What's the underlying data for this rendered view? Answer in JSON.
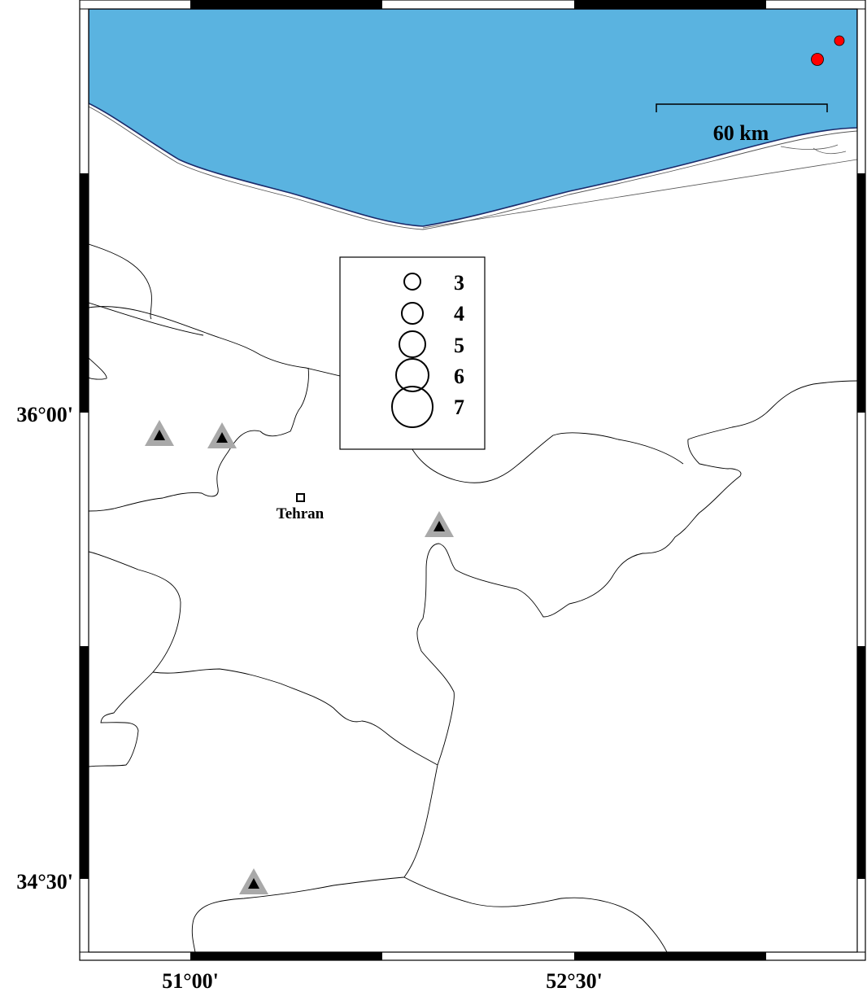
{
  "map": {
    "colors": {
      "sea": "#5ab3e0",
      "event": "#ff0000",
      "station_outer": "#a9a9a9",
      "station_inner": "#000000",
      "boundary": "#000000"
    },
    "scale_bar": {
      "label": "60 km"
    },
    "legend": {
      "magnitudes": [
        "3",
        "4",
        "5",
        "6",
        "7"
      ]
    },
    "city": {
      "label": "Tehran",
      "icon": "square-marker"
    },
    "axes": {
      "left_ticks": [
        "36°00'",
        "34°30'"
      ],
      "bottom_ticks": [
        "51°00'",
        "52°30'"
      ]
    },
    "events": [
      {
        "magnitude_class": "small"
      },
      {
        "magnitude_class": "small"
      }
    ],
    "stations": [
      {},
      {},
      {},
      {},
      {}
    ]
  }
}
